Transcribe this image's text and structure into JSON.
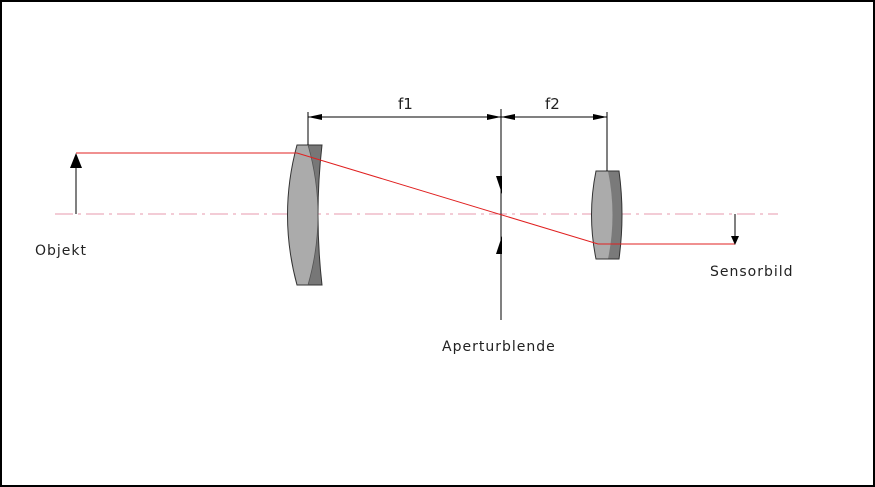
{
  "labels": {
    "object": "Objekt",
    "aperture": "Aperturblende",
    "sensor": "Sensorbild",
    "focal1": "f1",
    "focal2": "f2"
  },
  "colors": {
    "ray": "#e02020",
    "axis": "#e79aae",
    "lens_front": "#a8a8a8",
    "lens_back": "#777777",
    "line": "#000000"
  }
}
